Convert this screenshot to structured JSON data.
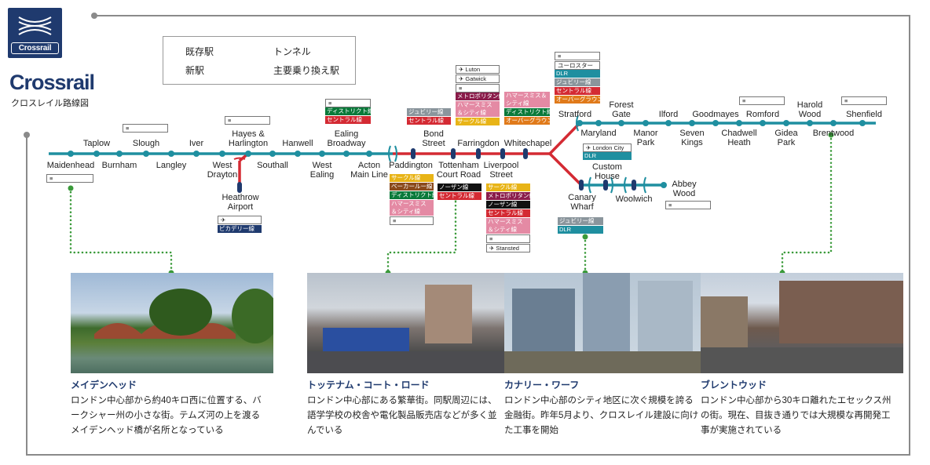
{
  "brand": {
    "logo_word": "Crossrail",
    "title": "Crossrail",
    "subtitle": "クロスレイル路線図"
  },
  "legend": {
    "existing": "既存駅",
    "new": "新駅",
    "tunnel": "トンネル",
    "interchange": "主要乗り換え駅"
  },
  "stations": {
    "maidenhead": "Maidenhead",
    "taplow": "Taplow",
    "burnham": "Burnham",
    "slough": "Slough",
    "langley": "Langley",
    "iver": "Iver",
    "west_drayton_1": "West",
    "west_drayton_2": "Drayton",
    "hayes_1": "Hayes &",
    "hayes_2": "Harlington",
    "heathrow_1": "Heathrow",
    "heathrow_2": "Airport",
    "southall": "Southall",
    "hanwell": "Hanwell",
    "west_ealing_1": "West",
    "west_ealing_2": "Ealing",
    "ealing_1": "Ealing",
    "ealing_2": "Broadway",
    "acton_1": "Acton",
    "acton_2": "Main Line",
    "paddington": "Paddington",
    "bond_1": "Bond",
    "bond_2": "Street",
    "tcr_1": "Tottenham",
    "tcr_2": "Court Road",
    "farringdon": "Farringdon",
    "liverpool_1": "Liverpool",
    "liverpool_2": "Street",
    "whitechapel": "Whitechapel",
    "stratford": "Stratford",
    "maryland": "Maryland",
    "forest_1": "Forest",
    "forest_2": "Gate",
    "manor_1": "Manor",
    "manor_2": "Park",
    "ilford": "Ilford",
    "seven_1": "Seven",
    "seven_2": "Kings",
    "goodmayes": "Goodmayes",
    "chadwell_1": "Chadwell",
    "chadwell_2": "Heath",
    "romford": "Romford",
    "gidea_1": "Gidea",
    "gidea_2": "Park",
    "harold_1": "Harold",
    "harold_2": "Wood",
    "brentwood": "Brentwood",
    "shenfield": "Shenfield",
    "canary_1": "Canary",
    "canary_2": "Wharf",
    "custom_1": "Custom",
    "custom_2": "House",
    "woolwich": "Woolwich",
    "abbey_1": "Abbey",
    "abbey_2": "Wood"
  },
  "tags": {
    "district": "ディストリクト線",
    "central": "セントラル線",
    "jubilee": "ジュビリー線",
    "metropolitan": "メトロポリタン線",
    "hammersmith": "ハマースミス＆シティ線",
    "circle": "サークル線",
    "bakerloo": "ベーカールー線",
    "northern": "ノーザン線",
    "overground": "オーバーグラウンド",
    "eurostar": "ユーロスター",
    "dlr": "DLR",
    "piccadilly": "ピカデリー線",
    "luton": "Luton",
    "gatwick": "Gatwick",
    "stansted": "Stansted",
    "london_city": "London City"
  },
  "features": [
    {
      "title": "メイデンヘッド",
      "desc": "ロンドン中心部から約40キロ西に位置する、バークシャー州の小さな街。テムズ河の上を渡るメイデンヘッド橋が名所となっている"
    },
    {
      "title": "トッテナム・コート・ロード",
      "desc": "ロンドン中心部にある繁華街。同駅周辺には、語学学校の校舎や電化製品販売店などが多く並んでいる"
    },
    {
      "title": "カナリー・ワーフ",
      "desc": "ロンドン中心部のシティ地区に次ぐ規模を誇る金融街。昨年5月より、クロスレイル建設に向けた工事を開始"
    },
    {
      "title": "ブレントウッド",
      "desc": "ロンドン中心部から30キロ離れたエセックス州の街。現在、目抜き通りでは大規模な再開発工事が実施されている"
    }
  ],
  "colors": {
    "teal": "#1f8fa0",
    "tunnel": "#d42a33",
    "navy": "#1f3a6e",
    "dots": "#3a9a3a"
  }
}
